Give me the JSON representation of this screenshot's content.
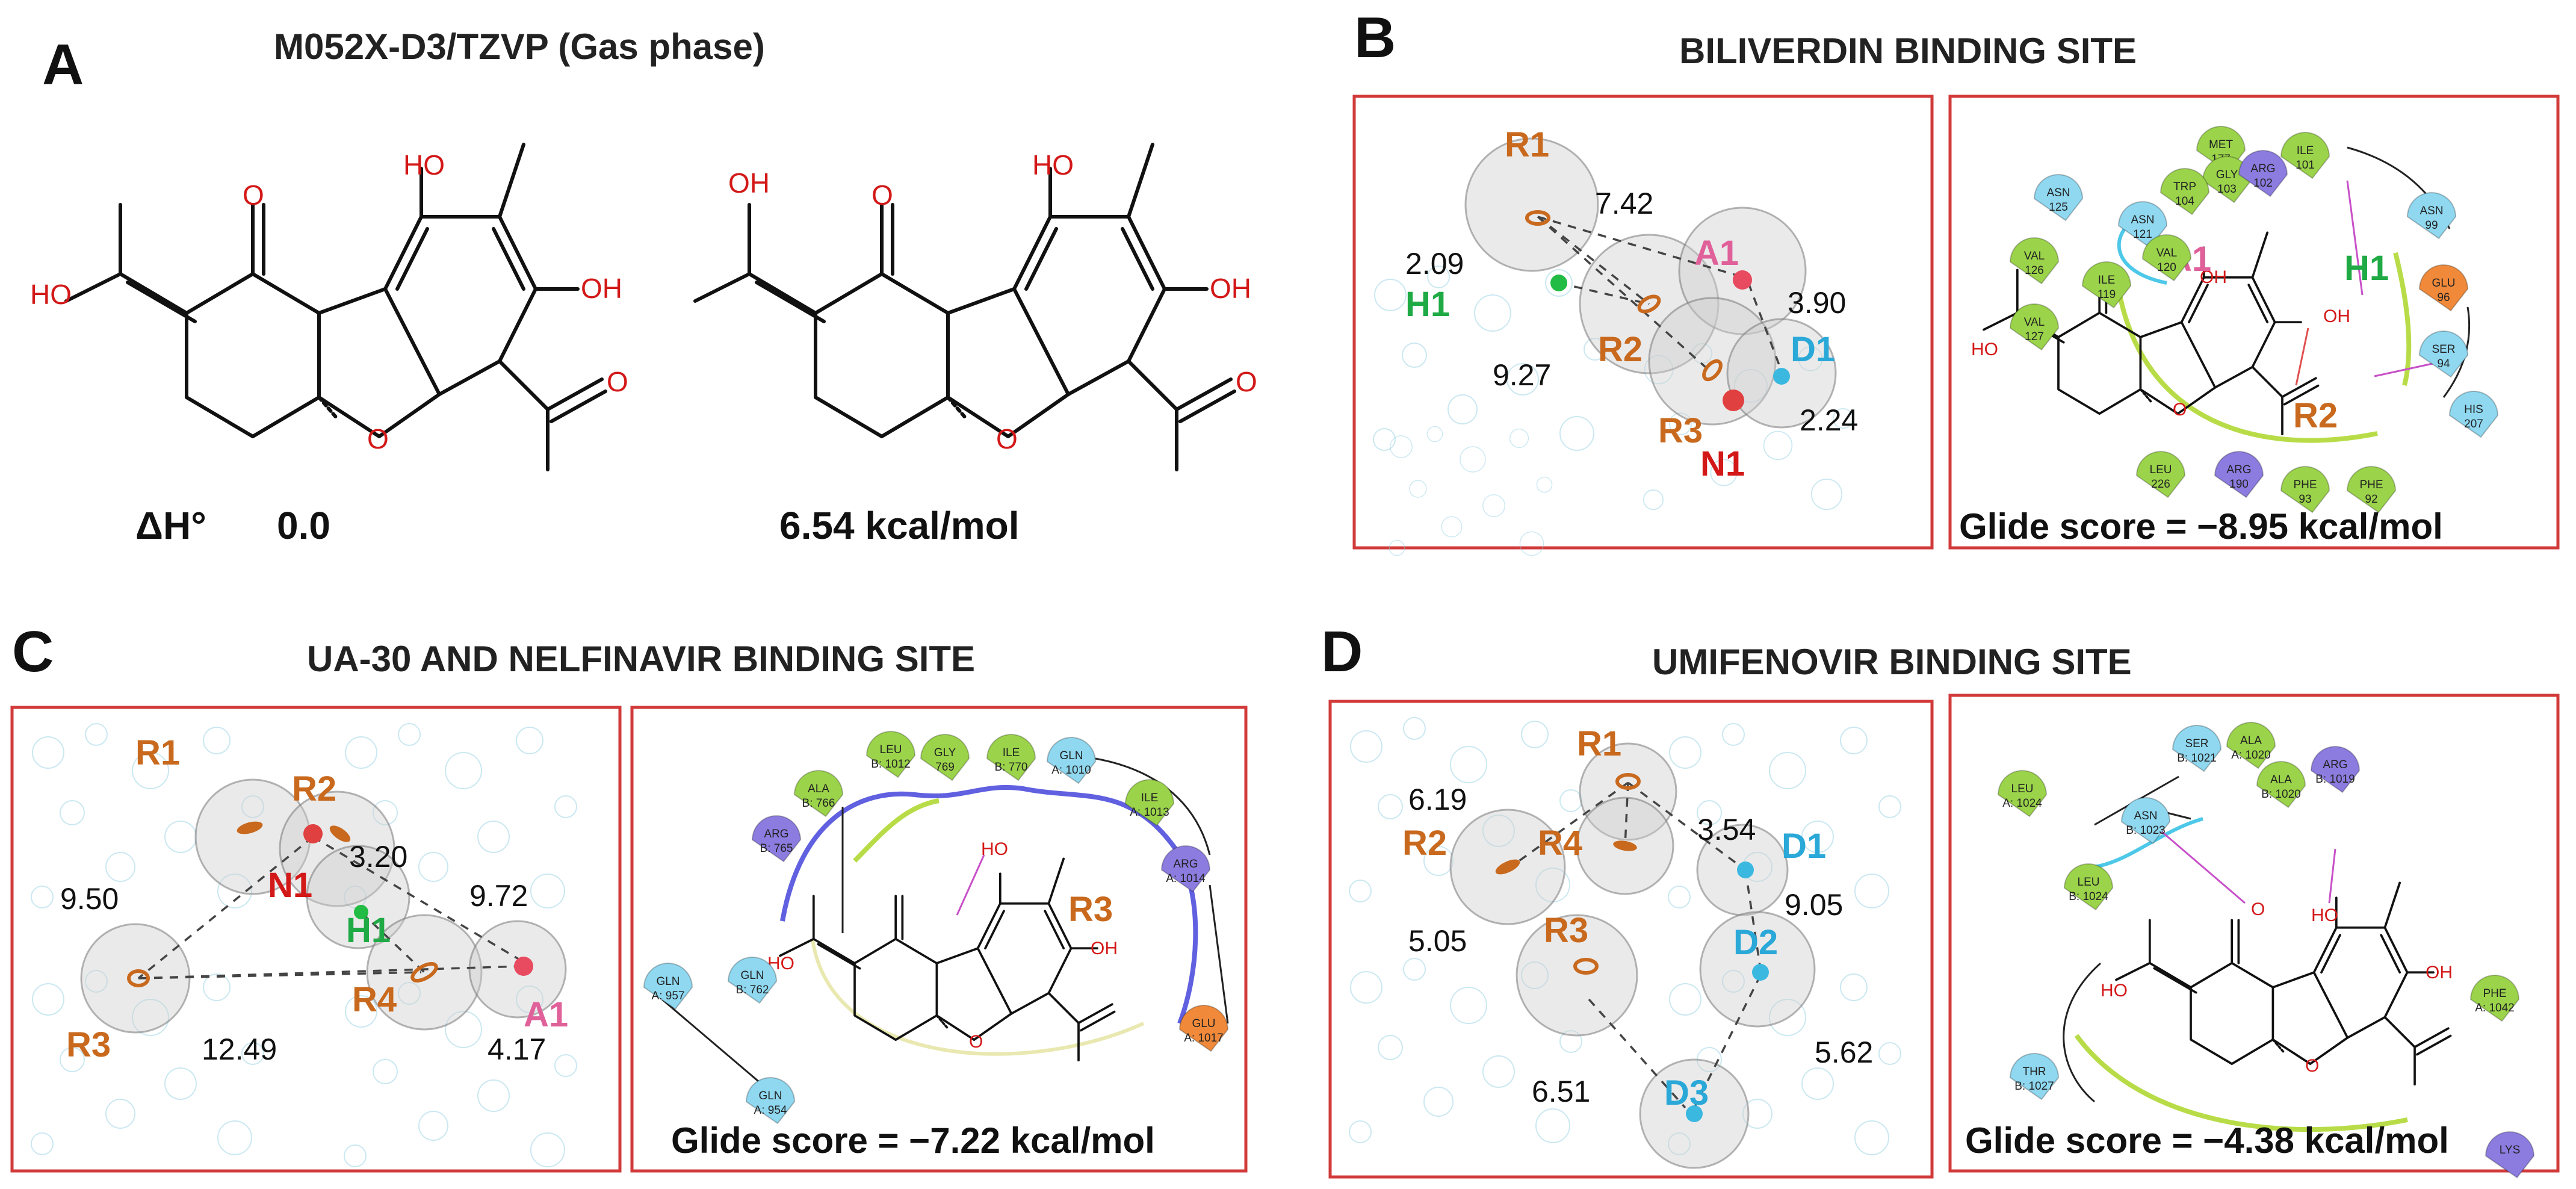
{
  "panel_a": {
    "letter": "A",
    "title": "M052X-D3/TZVP (Gas phase)",
    "delta_h_label": "ΔH°",
    "energy_left": "0.0",
    "energy_right": "6.54 kcal/mol",
    "atom_labels": {
      "ho": "HO",
      "oh": "OH",
      "o": "O"
    }
  },
  "panel_b": {
    "letter": "B",
    "title": "BILIVERDIN BINDING SITE",
    "features": [
      "R1",
      "H1",
      "A1",
      "R2",
      "D1",
      "R3",
      "N1"
    ],
    "distances": [
      "7.42",
      "2.09",
      "3.90",
      "9.27",
      "2.24"
    ],
    "residues": [
      {
        "name": "MET",
        "num": "177"
      },
      {
        "name": "GLY",
        "num": "103"
      },
      {
        "name": "ARG",
        "num": "102"
      },
      {
        "name": "ILE",
        "num": "101"
      },
      {
        "name": "TRP",
        "num": "104"
      },
      {
        "name": "ASN",
        "num": "125"
      },
      {
        "name": "ASN",
        "num": "121"
      },
      {
        "name": "VAL",
        "num": "120"
      },
      {
        "name": "VAL",
        "num": "126"
      },
      {
        "name": "ILE",
        "num": "119"
      },
      {
        "name": "VAL",
        "num": "127"
      },
      {
        "name": "ASN",
        "num": "99"
      },
      {
        "name": "GLU",
        "num": "96"
      },
      {
        "name": "SER",
        "num": "94"
      },
      {
        "name": "HIS",
        "num": "207"
      },
      {
        "name": "LEU",
        "num": "226"
      },
      {
        "name": "ARG",
        "num": "190"
      },
      {
        "name": "PHE",
        "num": "93"
      },
      {
        "name": "PHE",
        "num": "92"
      }
    ],
    "interaction_labels": {
      "a1": "A1",
      "h1": "H1",
      "r2": "R2"
    },
    "glide_score": "Glide score = −8.95 kcal/mol"
  },
  "panel_c": {
    "letter": "C",
    "title": "UA-30 AND NELFINAVIR BINDING SITE",
    "features": [
      "R1",
      "R2",
      "N1",
      "H1",
      "R3",
      "R4",
      "A1"
    ],
    "distances": [
      "3.20",
      "9.50",
      "9.72",
      "12.49",
      "4.17"
    ],
    "residues": [
      {
        "name": "LEU",
        "num": "B: 1012"
      },
      {
        "name": "GLY",
        "num": "769"
      },
      {
        "name": "ILE",
        "num": "B: 770"
      },
      {
        "name": "GLN",
        "num": "A: 1010"
      },
      {
        "name": "ALA",
        "num": "B: 766"
      },
      {
        "name": "ARG",
        "num": "B: 765"
      },
      {
        "name": "ILE",
        "num": "A: 1013"
      },
      {
        "name": "ARG",
        "num": "A: 1014"
      },
      {
        "name": "GLN",
        "num": "A: 957"
      },
      {
        "name": "GLN",
        "num": "B: 762"
      },
      {
        "name": "GLN",
        "num": "A: 954"
      },
      {
        "name": "GLU",
        "num": "A: 1017"
      }
    ],
    "interaction_labels": {
      "r3": "R3"
    },
    "glide_score": "Glide score =  −7.22 kcal/mol"
  },
  "panel_d": {
    "letter": "D",
    "title": "UMIFENOVIR BINDING SITE",
    "features": [
      "R1",
      "R2",
      "R4",
      "D1",
      "R3",
      "D2",
      "D3"
    ],
    "distances": [
      "6.19",
      "3.54",
      "9.05",
      "5.05",
      "5.62",
      "6.51"
    ],
    "residues": [
      {
        "name": "SER",
        "num": "B: 1021"
      },
      {
        "name": "ALA",
        "num": "A: 1020"
      },
      {
        "name": "ALA",
        "num": "B: 1020"
      },
      {
        "name": "ARG",
        "num": "B: 1019"
      },
      {
        "name": "LEU",
        "num": "A: 1024"
      },
      {
        "name": "ASN",
        "num": "B: 1023"
      },
      {
        "name": "LEU",
        "num": "B: 1024"
      },
      {
        "name": "THR",
        "num": "B: 1027"
      },
      {
        "name": "PHE",
        "num": "A: 1042"
      },
      {
        "name": "LYS",
        "num": ""
      }
    ],
    "glide_score": "Glide score = −4.38 kcal/mol"
  },
  "colors": {
    "frame": "#d23a3a",
    "ring_feature": "#c8691e",
    "donor_feature": "#2aa8d8",
    "acceptor_feature": "#e0609a",
    "hydrophobic_feature": "#1faa45",
    "negative_feature": "#d31818",
    "hydrophobic_residue": "#9bd44a",
    "polar_residue": "#8fd8f0",
    "positive_residue": "#8c7ce0",
    "negative_residue": "#f08a3a"
  }
}
